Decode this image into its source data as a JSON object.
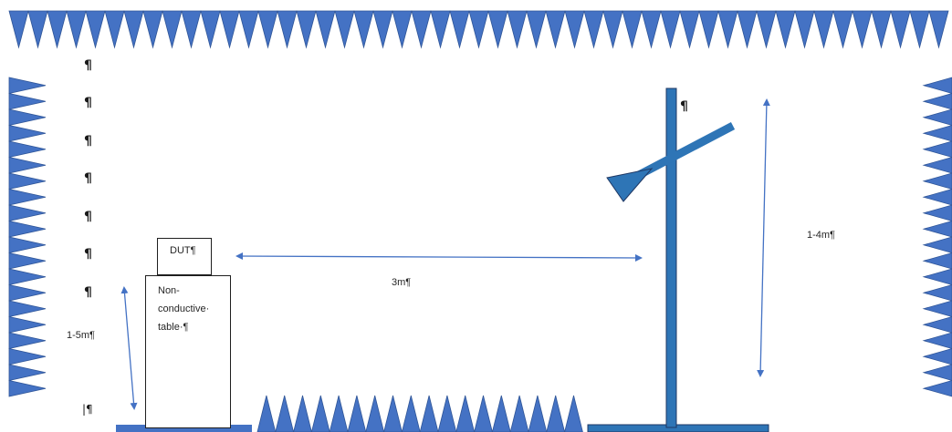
{
  "colors": {
    "absorber": "#4472c4",
    "absorber_edge": "#2f5597",
    "mast": "#2e75b6",
    "arrow": "#4472c4",
    "outline": "#1f1f1f"
  },
  "labels": {
    "dut": "DUT¶",
    "table_line1": "Non-",
    "table_line2": "conductive·",
    "table_line3": "table·¶",
    "distance": "3m¶",
    "antenna_height": "1-4m¶",
    "table_height": "1-5m¶",
    "antenna_mark": "¶",
    "end_mark": "|¶"
  },
  "paragraph_marks": [
    "¶",
    "¶",
    "¶",
    "¶",
    "¶",
    "¶",
    "¶"
  ]
}
